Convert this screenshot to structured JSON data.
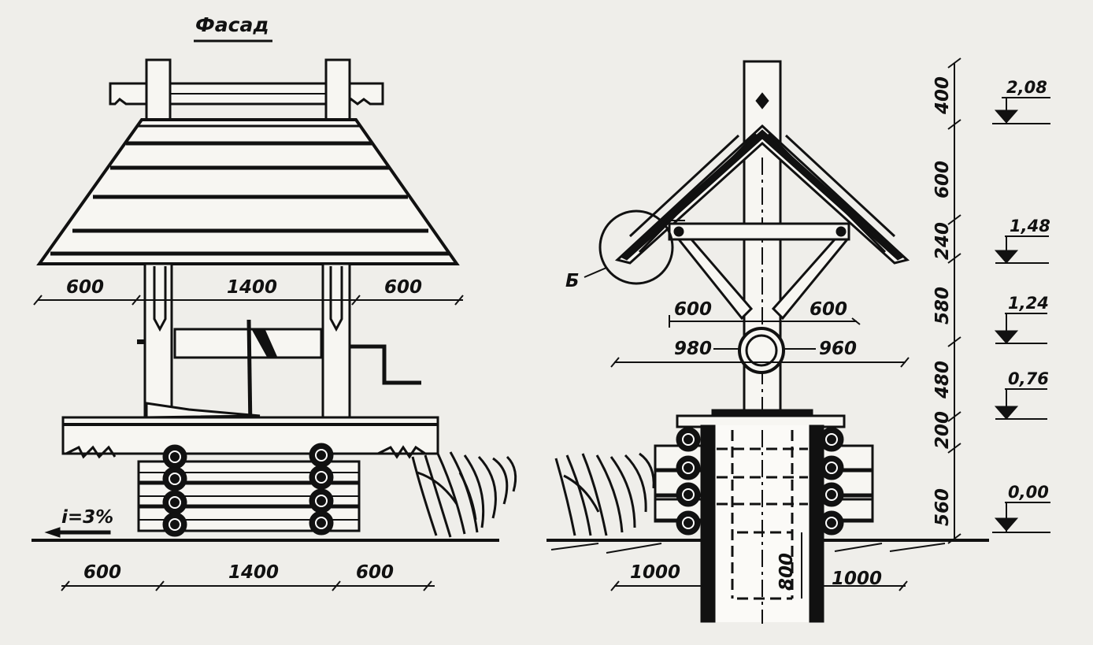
{
  "facade": {
    "title": "Фасад",
    "slope": "i=3%",
    "upper_dims": [
      "600",
      "1400",
      "600"
    ],
    "lower_dims": [
      "600",
      "1400",
      "600"
    ]
  },
  "section": {
    "callout": "Б",
    "upper_dims": [
      "600",
      "600"
    ],
    "ring_dims": [
      "980",
      "960"
    ],
    "lower_dims": [
      "1000",
      "1000"
    ],
    "depth_dim": "800"
  },
  "vertical_chain": [
    "400",
    "600",
    "240",
    "580",
    "480",
    "200",
    "560"
  ],
  "levels": [
    "2,08",
    "1,48",
    "1,24",
    "0,76",
    "0,00"
  ],
  "colors": {
    "ink": "#111111",
    "paper": "#efeeea",
    "wood": "#f7f6f2"
  }
}
